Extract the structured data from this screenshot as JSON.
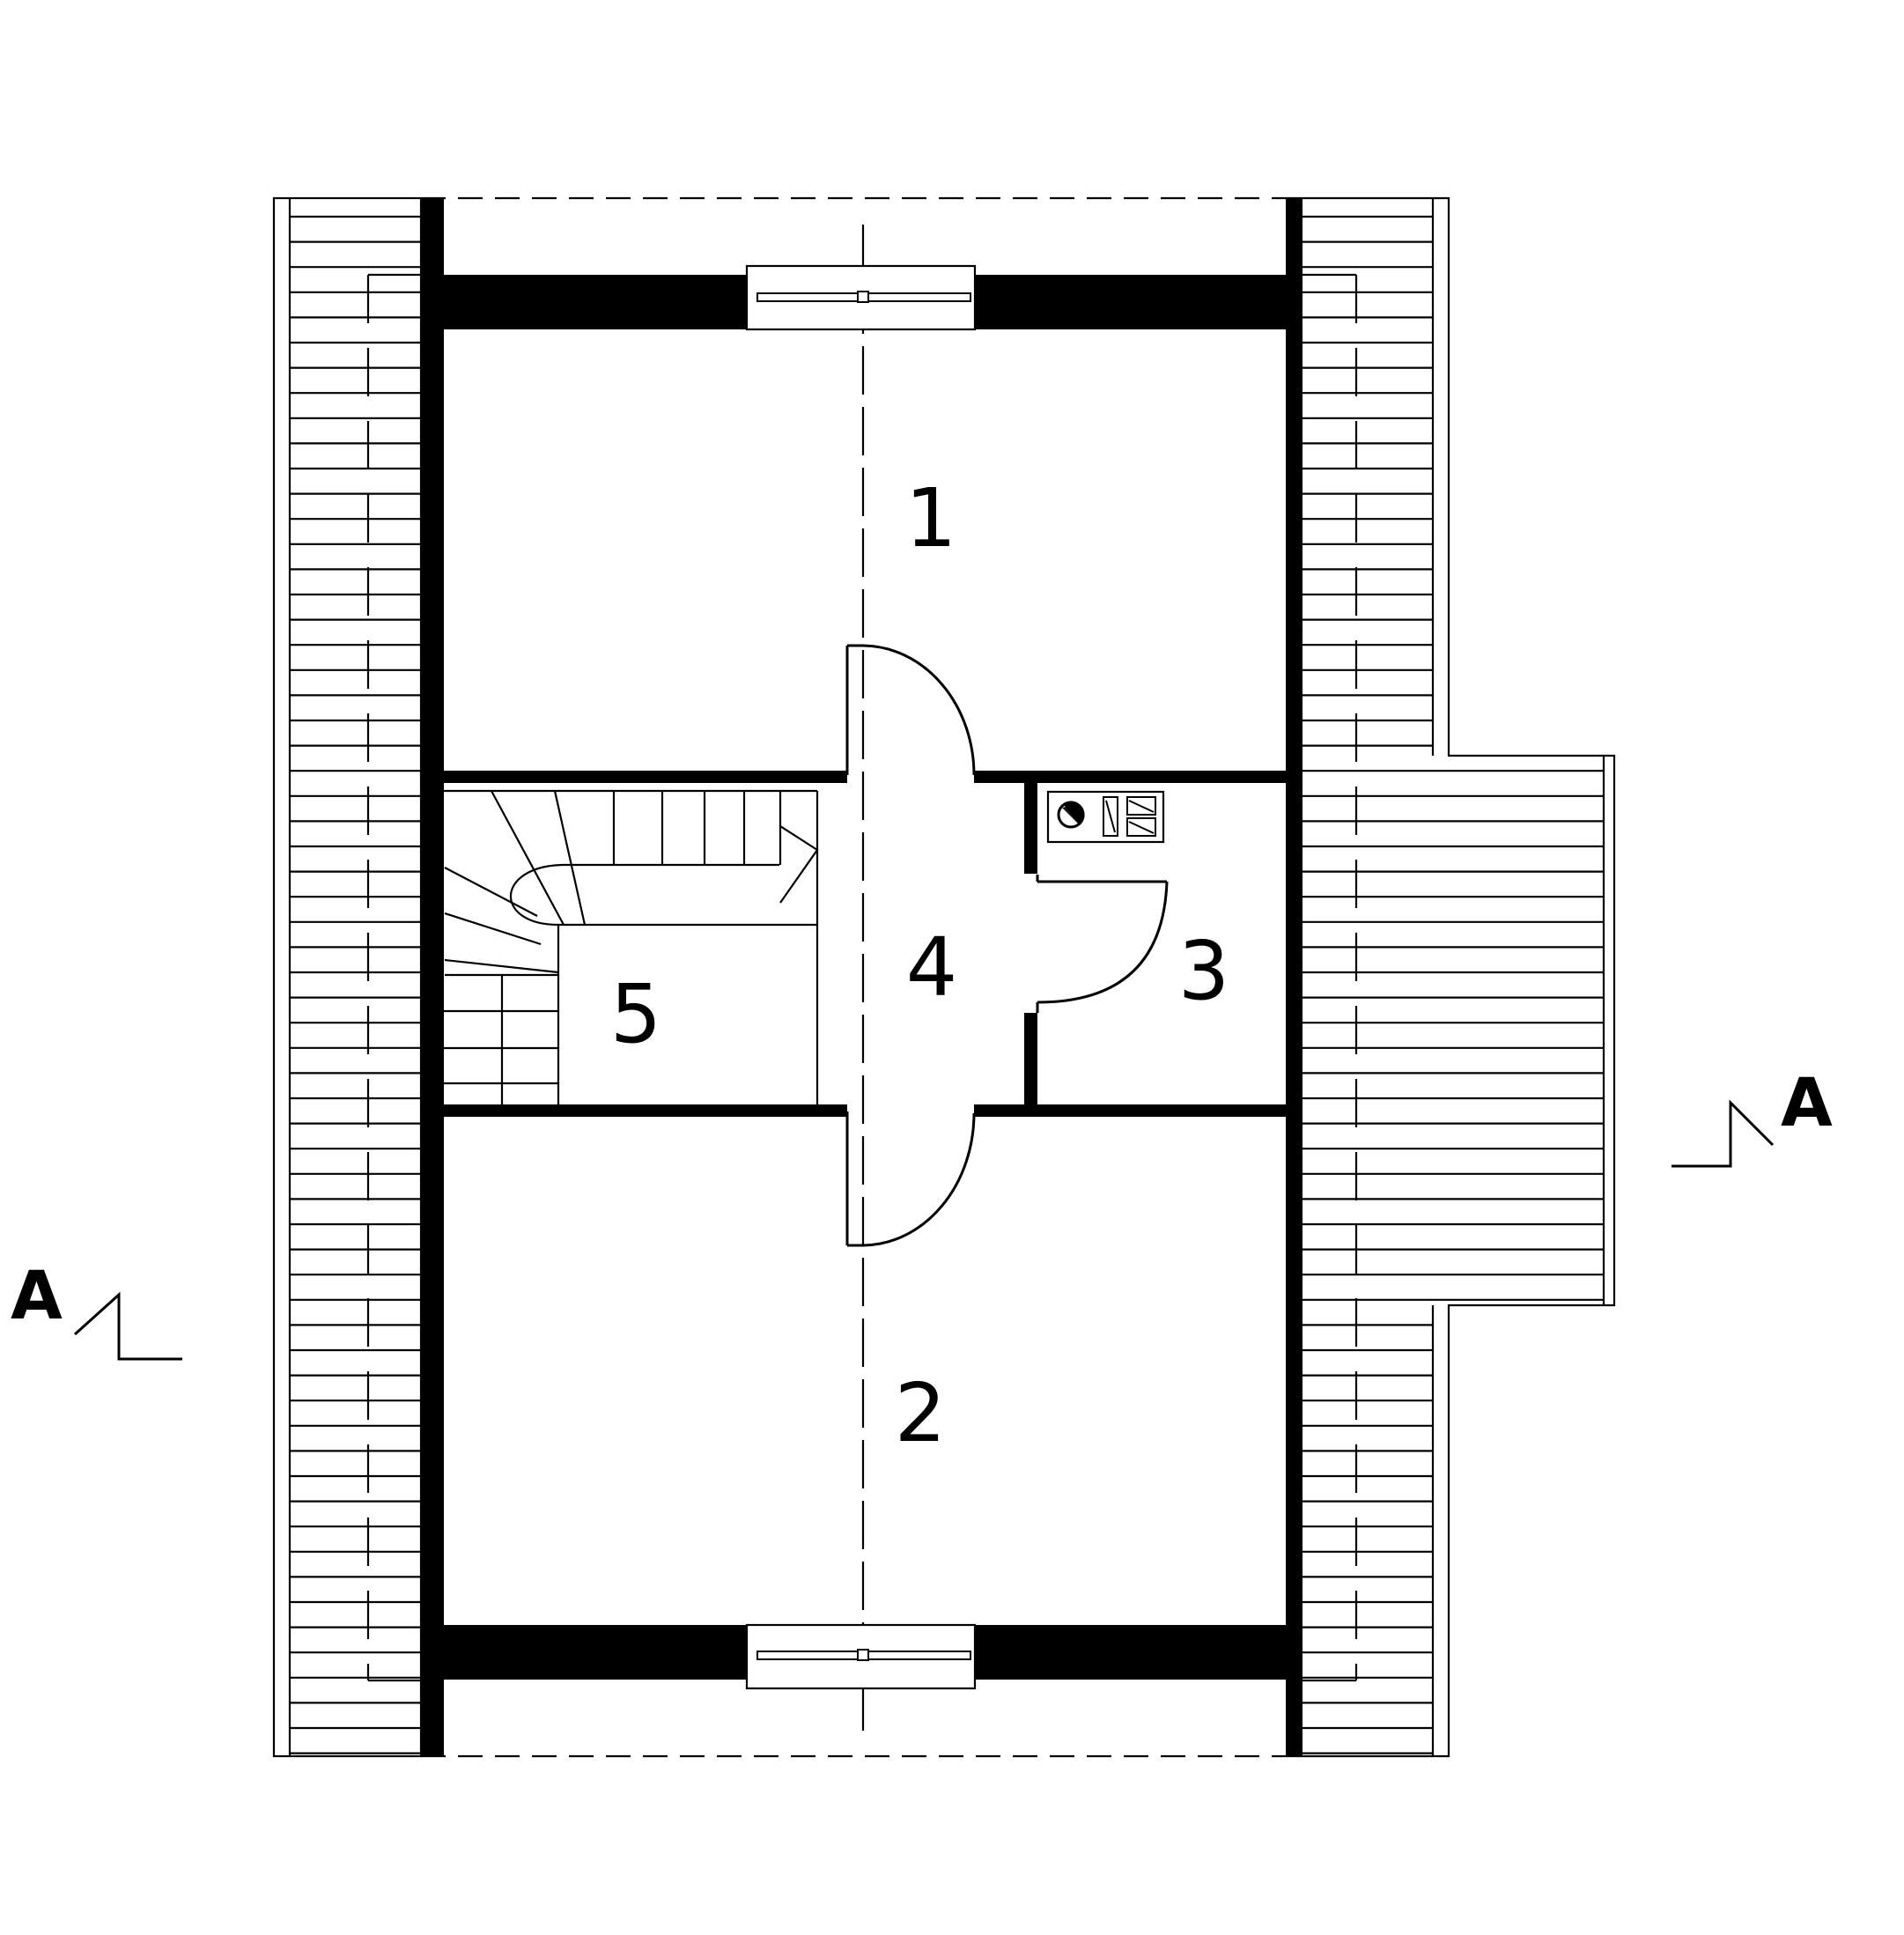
{
  "plan": {
    "rooms": [
      {
        "id": "room-1",
        "label": "1"
      },
      {
        "id": "room-2",
        "label": "2"
      },
      {
        "id": "room-3",
        "label": "3"
      },
      {
        "id": "room-4",
        "label": "4"
      },
      {
        "id": "room-5",
        "label": "5"
      }
    ],
    "section_marks": {
      "left": "A",
      "right": "A"
    },
    "colors": {
      "ink": "#000000",
      "paper": "#ffffff"
    }
  }
}
